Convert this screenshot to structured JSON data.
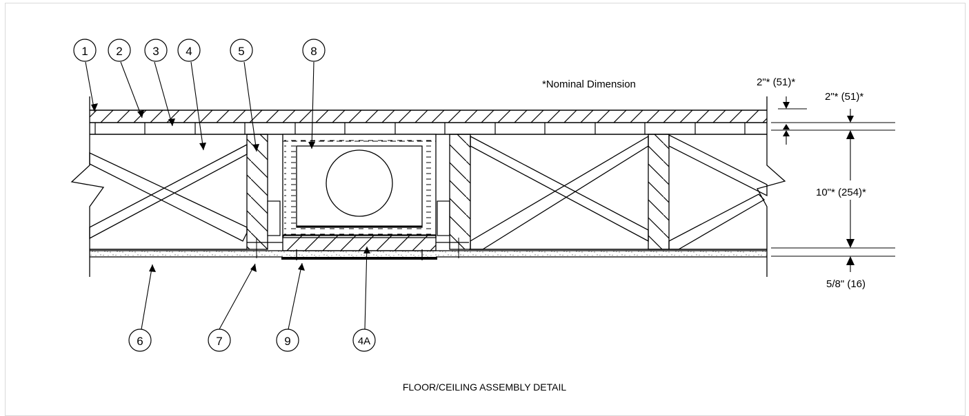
{
  "note": "*Nominal Dimension",
  "callouts": {
    "c1": "1",
    "c2": "2",
    "c3": "3",
    "c4": "4",
    "c5": "5",
    "c8": "8",
    "c6": "6",
    "c7": "7",
    "c9": "9",
    "c4a": "4A"
  },
  "dimensions": {
    "top_left": "2\"* (51)*",
    "top_right": "2\"* (51)*",
    "depth": "10\"* (254)*",
    "ceiling": "5/8\" (16)"
  },
  "caption": "FLOOR/CEILING ASSEMBLY DETAIL"
}
